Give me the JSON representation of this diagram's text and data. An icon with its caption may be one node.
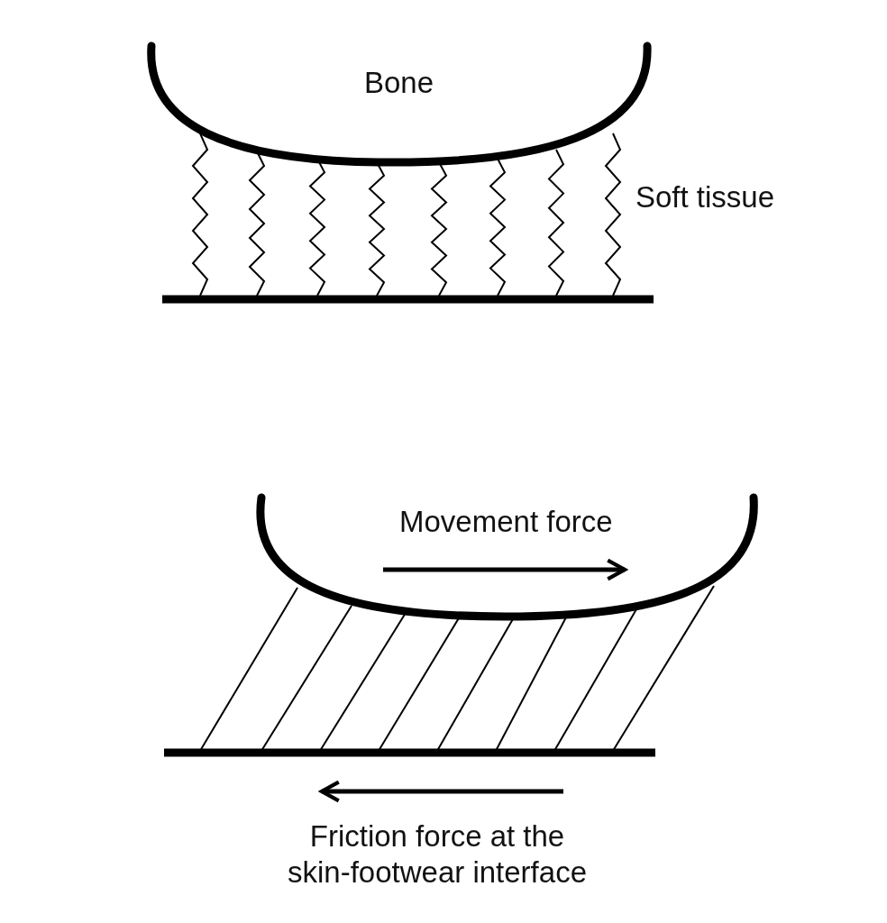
{
  "diagram": {
    "nodes": [
      {
        "text": [
          "Bone"
        ]
      }
    ],
    "labels": [
      "Soft tissue",
      "Movement force",
      "Friction force at the skin-footwear interface"
    ]
  }
}
